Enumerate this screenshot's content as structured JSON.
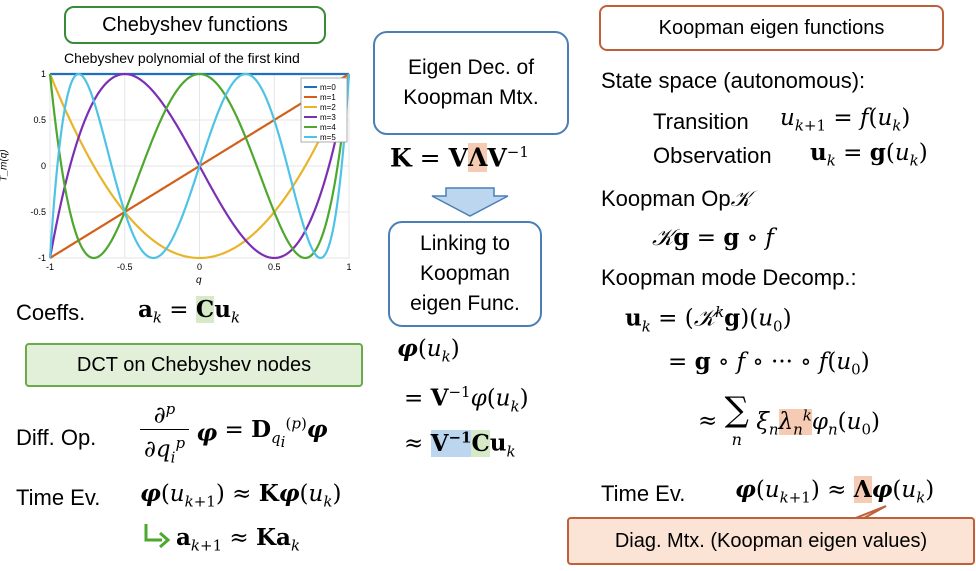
{
  "left": {
    "title": "Chebyshev functions",
    "coeffs_label": "Coeffs.",
    "coeffs_eq": "a_k = C u_k",
    "dct_callout": "DCT on Chebyshev nodes",
    "diff_label": "Diff. Op.",
    "diff_eq": "∂^p/∂q_i^p φ = D_{q_i}^{(p)} φ",
    "time_label": "Time Ev.",
    "time_eq1": "φ(u_{k+1}) ≈ Kφ(u_k)",
    "time_eq2": "a_{k+1} ≈ K a_k"
  },
  "middle": {
    "eigen_box": "Eigen Dec. of Koopman Mtx.",
    "eigen_line1": "Eigen Dec. of",
    "eigen_line2": "Koopman Mtx.",
    "eigen_eq": "K = VΛV^{-1}",
    "linking_line1": "Linking to",
    "linking_line2": "Koopman",
    "linking_line3": "eigen Func.",
    "phi_eq1": "φ(u_k)",
    "phi_eq2": "= V^{-1}φ(u_k)",
    "phi_eq3": "≈ V^{-1}Cu_k"
  },
  "right": {
    "title": "Koopman eigen functions",
    "state_space": "State space (autonomous):",
    "transition_label": "Transition",
    "transition_eq": "u_{k+1} = f(u_k)",
    "observation_label": "Observation",
    "observation_eq": "u_k = g(u_k)",
    "koopman_op_label": "Koopman Op",
    "koopman_op_eq": "𝒦g = g ∘ f",
    "mode_decomp": "Koopman mode Decomp.:",
    "mode_eq1": "u_k = (𝒦^k g)(u_0)",
    "mode_eq2": "= g ∘ f ∘ ··· ∘ f(u_0)",
    "mode_eq3": "≈ Σ_n ξ_n λ_n^k φ_n(u_0)",
    "time_label": "Time Ev.",
    "time_eq": "φ(u_{k+1}) ≈ Λφ(u_k)",
    "diag_callout": "Diag. Mtx. (Koopman eigen values)"
  },
  "colors": {
    "m0": "#1f6fbf",
    "m1": "#d2601a",
    "m2": "#e8b52a",
    "m3": "#7b2fb5",
    "m4": "#4ea72e",
    "m5": "#4fc3e6"
  },
  "chart_data": {
    "type": "line",
    "title": "Chebyshev polynomial of the first kind",
    "xlabel": "q",
    "ylabel": "T_m(q)",
    "xlim": [
      -1,
      1
    ],
    "ylim": [
      -1,
      1
    ],
    "xticks": [
      "-1",
      "-0.5",
      "0",
      "0.5",
      "1"
    ],
    "yticks": [
      "1",
      "0.5",
      "0",
      "-0.5",
      "-1"
    ],
    "legend_position": "top-right",
    "grid": true,
    "series": [
      {
        "name": "m=0",
        "degree": 0
      },
      {
        "name": "m=1",
        "degree": 1
      },
      {
        "name": "m=2",
        "degree": 2
      },
      {
        "name": "m=3",
        "degree": 3
      },
      {
        "name": "m=4",
        "degree": 4
      },
      {
        "name": "m=5",
        "degree": 5
      }
    ]
  }
}
